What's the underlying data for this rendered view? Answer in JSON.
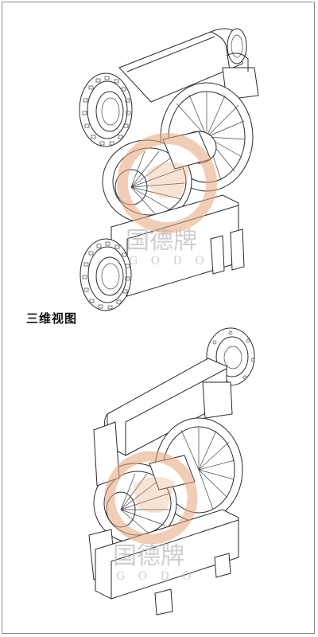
{
  "caption": "三维视图",
  "watermark": {
    "chinese": "国德牌",
    "latin": "G O D O",
    "color": "#e8a67a"
  },
  "line_color": "#2a2a2a"
}
